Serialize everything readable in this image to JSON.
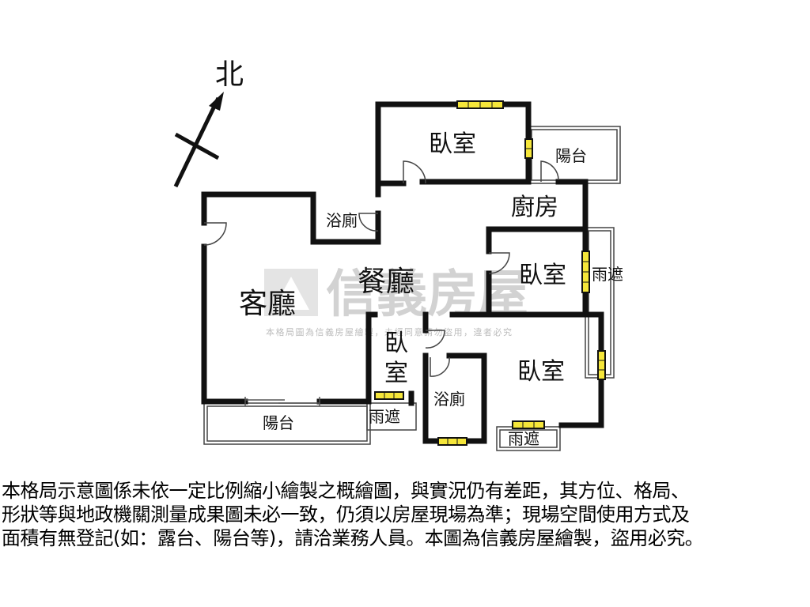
{
  "compass": {
    "label": "北"
  },
  "rooms": {
    "bedroom_top": "臥室",
    "balcony_top": "陽台",
    "kitchen": "廚房",
    "bath_upper": "浴廁",
    "dining": "餐廳",
    "living": "客廳",
    "bedroom_middle": "臥室",
    "rain_shelter_right": "雨遮",
    "bedroom_small_1": "臥",
    "bedroom_small_2": "室",
    "bedroom_large": "臥室",
    "bath_lower": "浴廁",
    "balcony_bottom": "陽台",
    "rain_shelter_left": "雨遮",
    "rain_shelter_bottom": "雨遮"
  },
  "watermark": {
    "brand": "信義房屋",
    "notice": "本格局圖為信義房屋繪製，未經同意請勿盜用，違者必究"
  },
  "disclaimer": {
    "line1": "本格局示意圖係未依一定比例縮小繪製之概繪圖，與實況仍有差距，其方位、格局、",
    "line2": "形狀等與地政機關測量成果圖未必一致，仍須以房屋現場為準；現場空間使用方式及",
    "line3": "面積有無登記(如：露台、陽台等)，請洽業務人員。本圖為信義房屋繪製，盜用必究。"
  },
  "colors": {
    "wall": "#111111",
    "window": "#f5e63a",
    "watermark": "#d0d0d0"
  }
}
